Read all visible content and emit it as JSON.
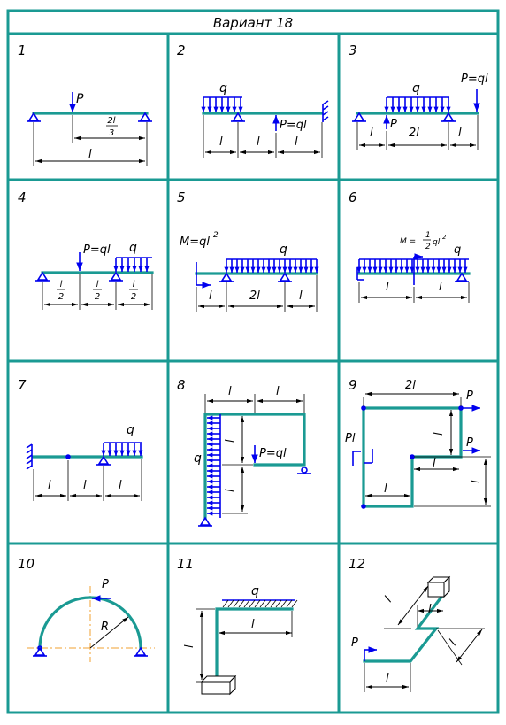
{
  "title": "Вариант 18",
  "cells": [
    {
      "number": "1",
      "labels": [
        "P",
        "2l",
        "3",
        "l"
      ]
    },
    {
      "number": "2",
      "labels": [
        "q",
        "P=ql",
        "l",
        "l",
        "l"
      ]
    },
    {
      "number": "3",
      "labels": [
        "q",
        "P=ql",
        "P",
        "l",
        "2l",
        "l"
      ]
    },
    {
      "number": "4",
      "labels": [
        "P=ql",
        "q",
        "l",
        "2",
        "l",
        "2",
        "l",
        "2"
      ]
    },
    {
      "number": "5",
      "labels": [
        "M=ql",
        "2",
        "q",
        "l",
        "2l",
        "l"
      ]
    },
    {
      "number": "6",
      "labels": [
        "M =",
        "1",
        "2",
        "ql",
        "2",
        "q",
        "l",
        "l"
      ]
    },
    {
      "number": "7",
      "labels": [
        "q",
        "l",
        "l",
        "l"
      ]
    },
    {
      "number": "8",
      "labels": [
        "l",
        "l",
        "q",
        "l",
        "P=ql",
        "l"
      ]
    },
    {
      "number": "9",
      "labels": [
        "2l",
        "P",
        "Pl",
        "l",
        "P",
        "l",
        "l",
        "l"
      ]
    },
    {
      "number": "10",
      "labels": [
        "P",
        "R"
      ]
    },
    {
      "number": "11",
      "labels": [
        "q",
        "l",
        "l"
      ]
    },
    {
      "number": "12",
      "labels": [
        "l",
        "l",
        "P",
        "l",
        "l"
      ]
    }
  ],
  "colors": {
    "frame": "#1a9a93",
    "load": "#0000ee",
    "axis": "#f0a030"
  }
}
